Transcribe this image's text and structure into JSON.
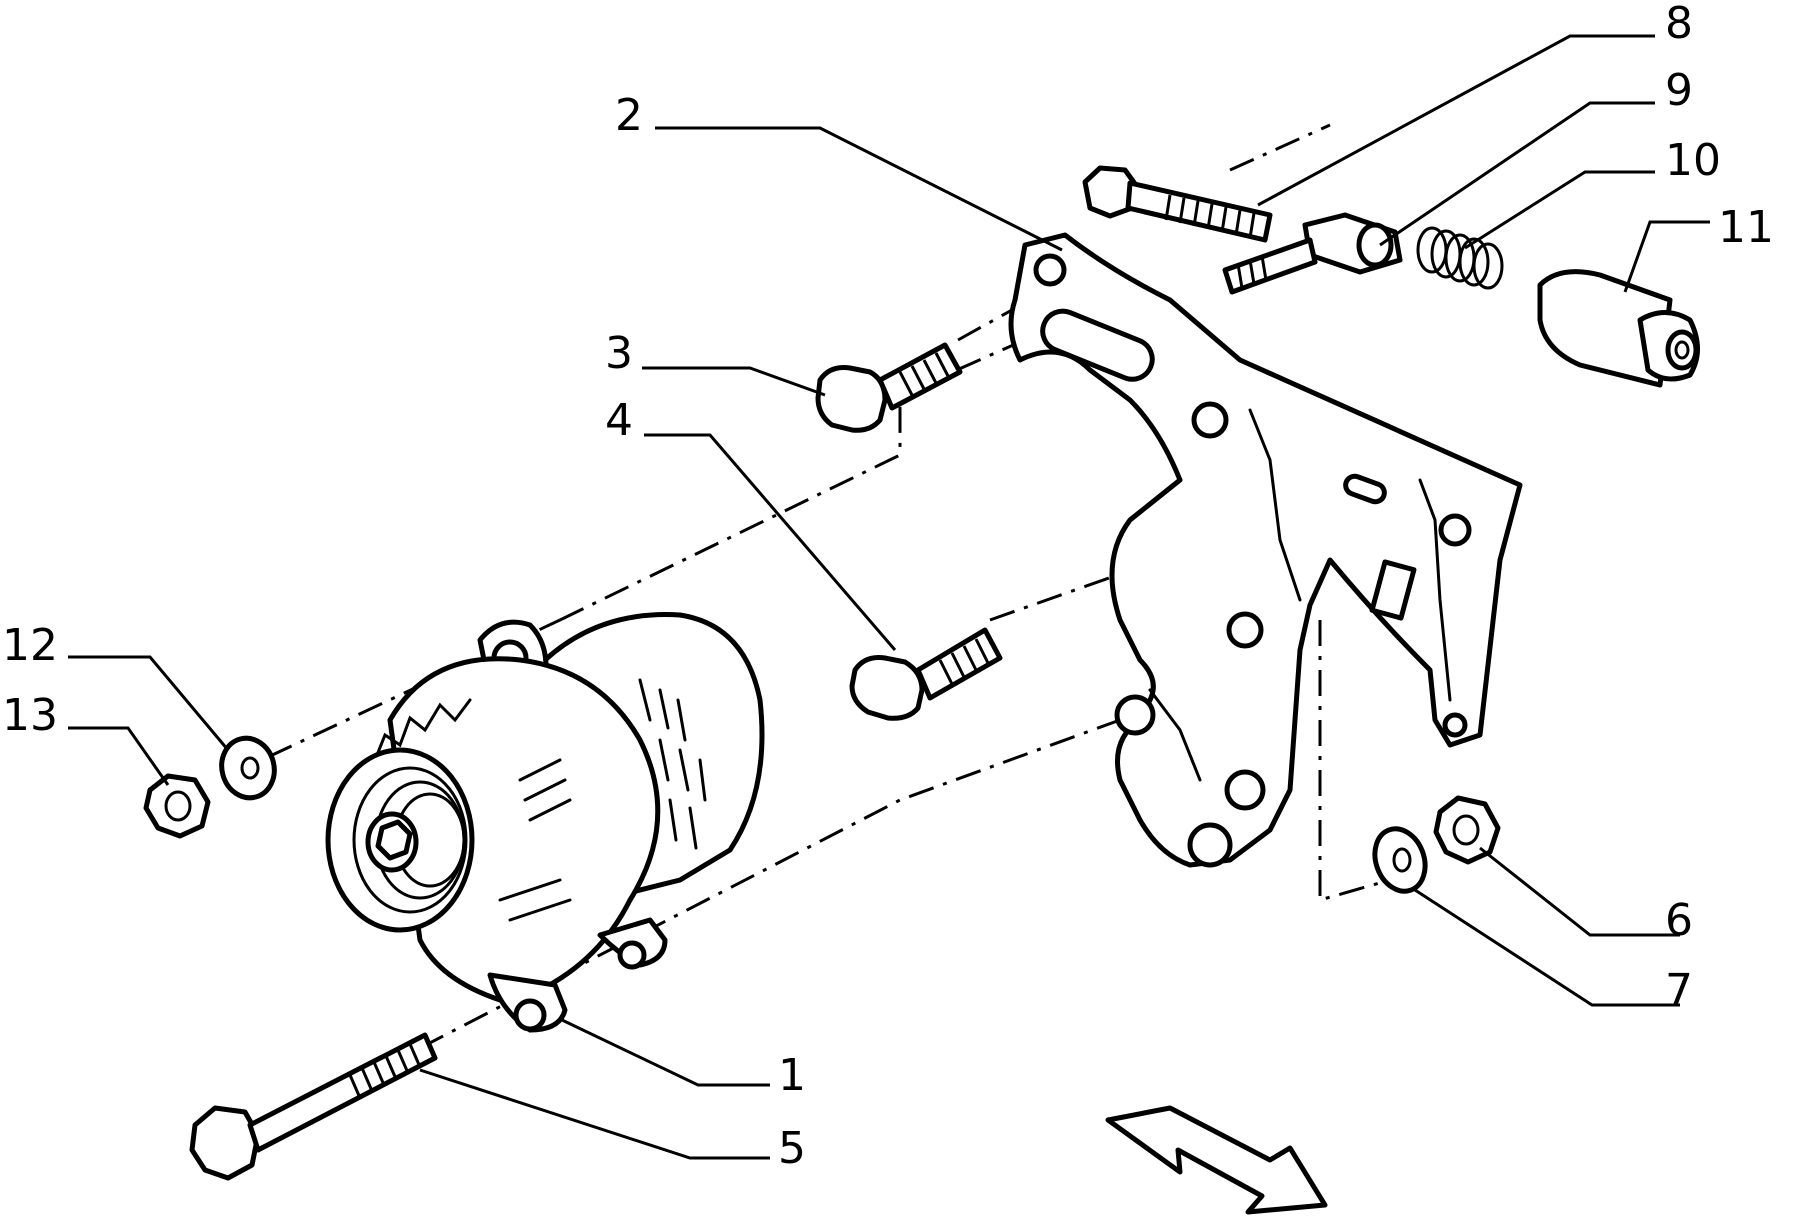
{
  "diagram": {
    "callouts": [
      {
        "id": "1",
        "label": "1"
      },
      {
        "id": "2",
        "label": "2"
      },
      {
        "id": "3",
        "label": "3"
      },
      {
        "id": "4",
        "label": "4"
      },
      {
        "id": "5",
        "label": "5"
      },
      {
        "id": "6",
        "label": "6"
      },
      {
        "id": "7",
        "label": "7"
      },
      {
        "id": "8",
        "label": "8"
      },
      {
        "id": "9",
        "label": "9"
      },
      {
        "id": "10",
        "label": "10"
      },
      {
        "id": "11",
        "label": "11"
      },
      {
        "id": "12",
        "label": "12"
      },
      {
        "id": "13",
        "label": "13"
      }
    ],
    "icons": [
      "alternator",
      "mounting-bracket",
      "bolt",
      "washer",
      "nut",
      "tensioner-bolt",
      "spring",
      "bushing",
      "direction-arrow"
    ]
  }
}
